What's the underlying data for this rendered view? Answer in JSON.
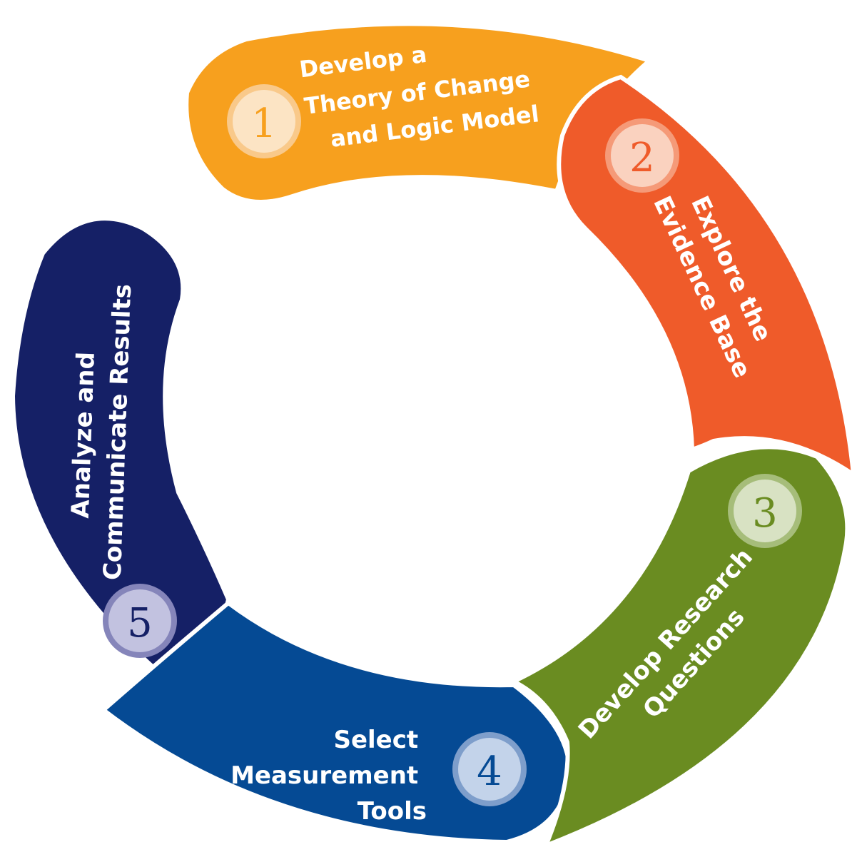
{
  "steps": [
    {
      "number": "1",
      "lines": [
        "Develop a",
        "Theory of Change",
        "and Logic Model"
      ],
      "color": "#F7A01E",
      "badge_fill": "#FCE4C4",
      "badge_ring": "#F9C98A",
      "number_color": "#F7A01E"
    },
    {
      "number": "2",
      "lines": [
        "Explore the",
        "Evidence Base"
      ],
      "color": "#EF5B2A",
      "badge_fill": "#FAD2BF",
      "badge_ring": "#F59A78",
      "number_color": "#EF5B2A"
    },
    {
      "number": "3",
      "lines": [
        "Develop Research",
        "Questions"
      ],
      "color": "#6A8C21",
      "badge_fill": "#D8E2C3",
      "badge_ring": "#A6BD7A",
      "number_color": "#6A8C21"
    },
    {
      "number": "4",
      "lines": [
        "Select",
        "Measurement",
        "Tools"
      ],
      "color": "#054A94",
      "badge_fill": "#C3D3EA",
      "badge_ring": "#7E9ECB",
      "number_color": "#054A94"
    },
    {
      "number": "5",
      "lines": [
        "Analyze and",
        "Communicate Results"
      ],
      "color": "#152066",
      "badge_fill": "#C2C2E0",
      "badge_ring": "#8585BA",
      "number_color": "#152066"
    }
  ]
}
